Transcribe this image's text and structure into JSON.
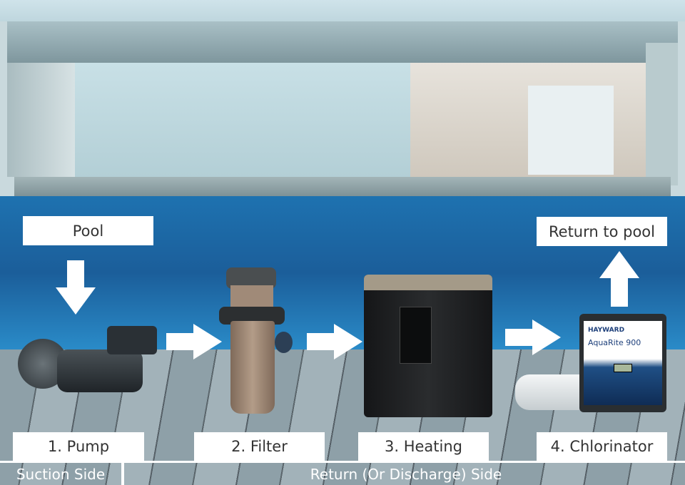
{
  "labels": {
    "source": "Pool",
    "destination": "Return to pool",
    "stages": [
      "1. Pump",
      "2. Filter",
      "3. Heating",
      "4. Chlorinator"
    ],
    "suction_side": "Suction Side",
    "return_side": "Return (Or Discharge) Side"
  },
  "product_lettering": {
    "brand": "HAYWARD",
    "model": "AquaRite 900"
  },
  "colors": {
    "label_bg": "#ffffff",
    "arrow": "#ffffff",
    "pool": "#1e72b0"
  }
}
